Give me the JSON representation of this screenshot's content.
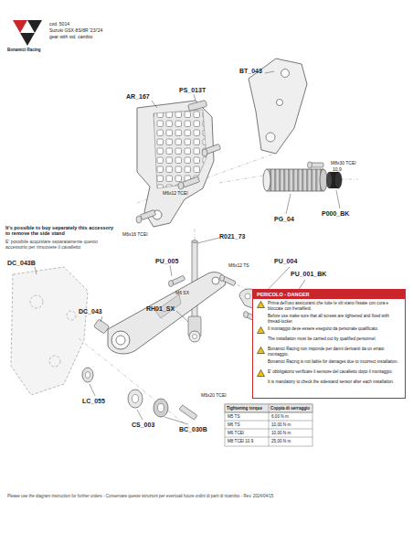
{
  "diagram": {
    "nodes": [
      {
        "text": [
          "PERICOLO - DANGER",
          "Prima dell'uso assicurarsi che tutte le viti siano fissate con cura e bloccate con frenafiletti.",
          "Before use make sure that all screws are tightened and fixed with thread-locker.",
          "Il montaggio deve essere eseguito da personale qualificato.",
          "The installation must be carried out by qualified personnel.",
          "Bonamici Racing non risponde per danni derivanti da un errato montaggio.",
          "Bonamici Racing is not liable for damages due to incorrect installation.",
          "E' obbligatorio verificare il sensore del cavalletto dopo il montaggio.",
          "It is mandatory to check the sidestand sensor after each installation."
        ]
      }
    ],
    "labels": [
      "cod. 5014",
      "Suzuki GSX-8S/8R '23/'24",
      "gear with std. cambio",
      "BT_043",
      "AR_167",
      "PS_013T",
      "M6x12 TCEI",
      "M8x30 TCEI",
      "10.9",
      "PG_04",
      "P000_BK",
      "M6x16 TCEI",
      "R021_73",
      "PU_005",
      "M6x12 TS",
      "PU_004",
      "PU_001_BK",
      "M6 SX",
      "RH01_SX",
      "M6x16 TCEI",
      "It's possible to buy separately this accessory to remove the side stand",
      "E' possibile acquistare separatamente questo accessorio per rimuovere il cavalletto",
      "DC_043B",
      "DC_043",
      "LC_055",
      "CS_003",
      "BC_030B",
      "M6x20 TCEI",
      "Tightening torque",
      "Coppia di serraggio",
      "M5 TS",
      "6,00 N·m",
      "M6 TS",
      "10,00 N·m",
      "M6 TCEI",
      "10,00 N·m",
      "M8 TCEI 10.9",
      "25,00 N·m",
      "Please use the diagram instruction for further orders - Conservare queste istruzioni per eventuali future ordini di parti di ricambio - Rev. 2024/04/15",
      "Bonamici Racing"
    ]
  }
}
